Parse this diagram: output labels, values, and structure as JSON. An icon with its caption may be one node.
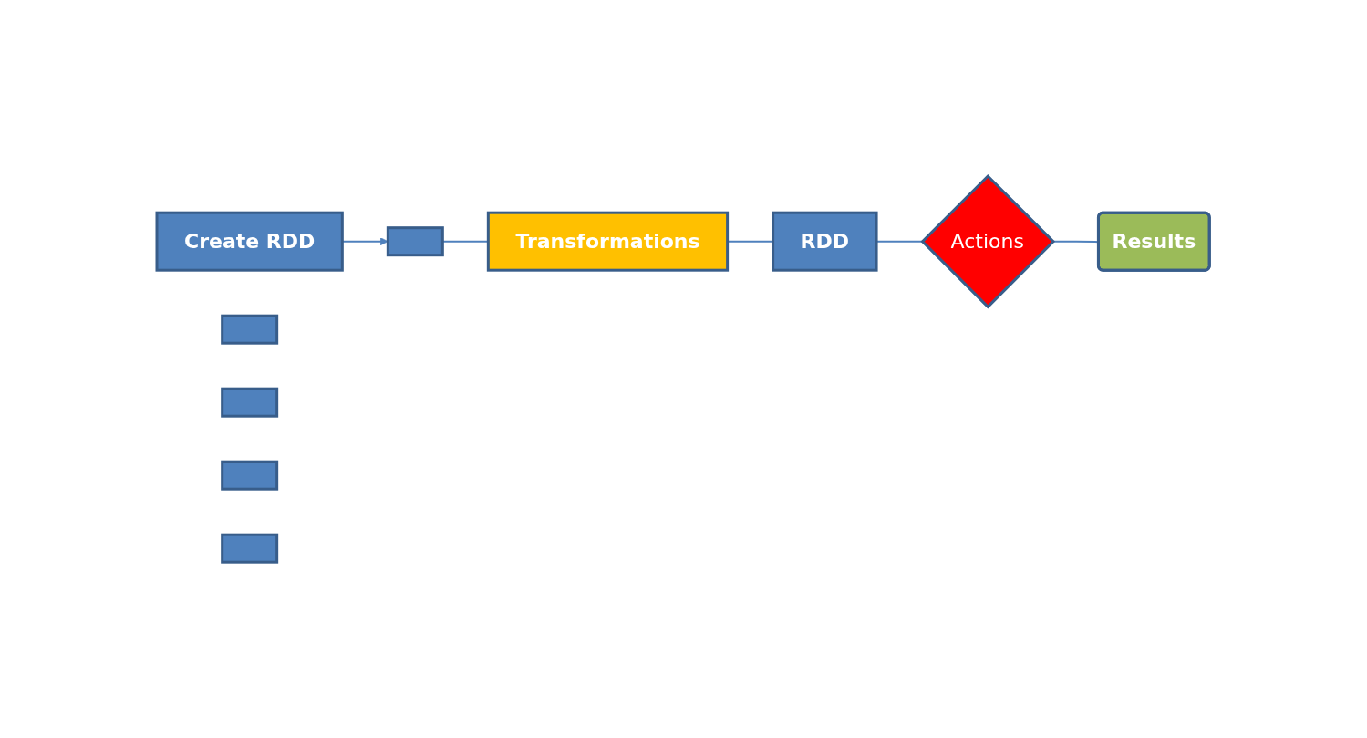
{
  "diagram": {
    "nodes": [
      {
        "text": [
          "Create RDD"
        ]
      },
      {
        "text": [
          "Transformations"
        ]
      },
      {
        "text": [],
        "shape": "box"
      },
      {
        "text": [],
        "shape": "box"
      },
      {
        "text": [],
        "shape": "box"
      },
      {
        "text": [],
        "shape": "box"
      },
      {
        "text": [],
        "shape": "box"
      },
      {
        "text": [
          "RDD"
        ]
      },
      {
        "text": [
          "Actions"
        ]
      },
      {
        "text": [
          "Results"
        ]
      }
    ],
    "edges": [
      {
        "from": 0,
        "to": 2,
        "arrow": "to"
      },
      {
        "from": 2,
        "to": 1,
        "arrow": "none"
      },
      {
        "from": 1,
        "to": 7,
        "arrow": "none"
      },
      {
        "from": 7,
        "to": 8,
        "arrow": "none"
      },
      {
        "from": 8,
        "to": 9,
        "arrow": "none"
      }
    ]
  }
}
